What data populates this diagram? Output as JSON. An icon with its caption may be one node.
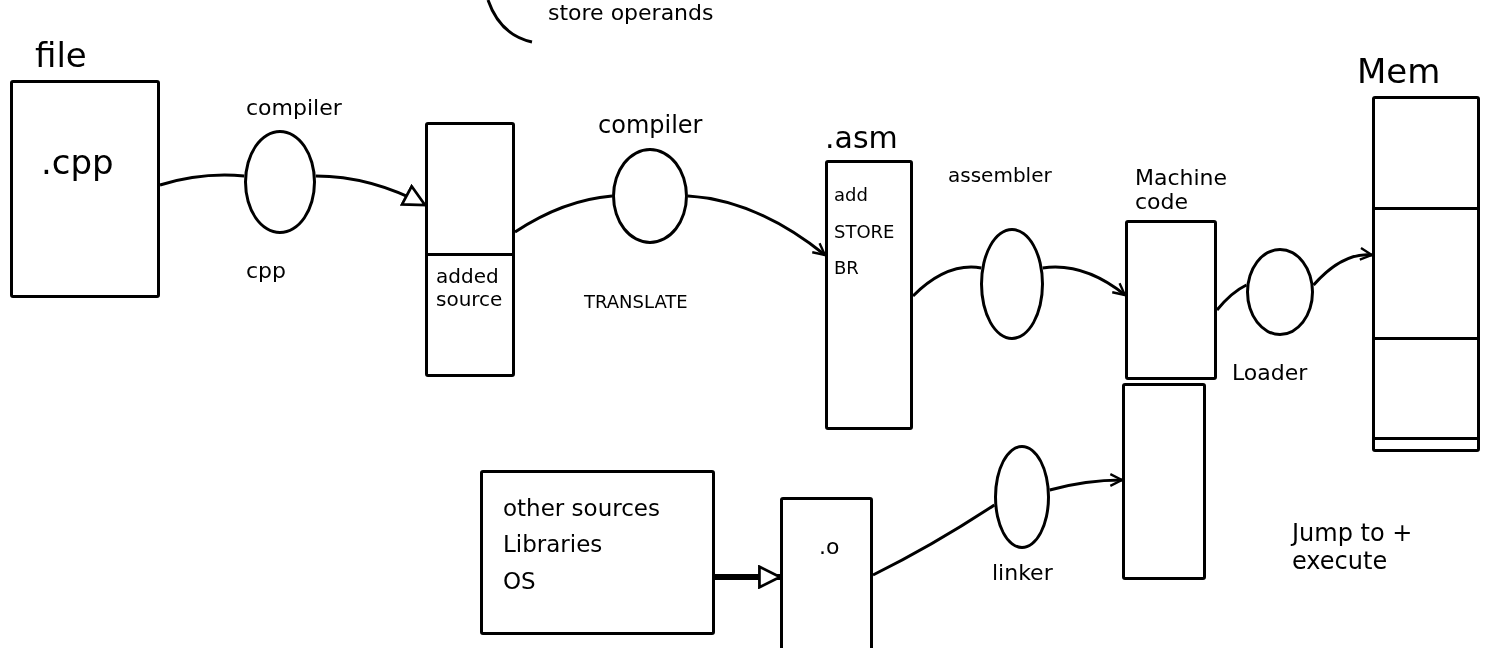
{
  "diagram": {
    "nodes": [
      {
        "text": [
          "file",
          ".cpp"
        ]
      },
      {
        "text": [],
        "shape": "circle",
        "beside": [
          "compiler",
          "cpp"
        ]
      },
      {
        "text": [
          "added source"
        ]
      },
      {
        "text": [],
        "shape": "circle",
        "beside": [
          "compiler",
          "TRANSLATE"
        ]
      },
      {
        "text": [
          ".asm",
          "add",
          "STORE",
          "BR"
        ]
      },
      {
        "text": [],
        "shape": "circle",
        "beside": [
          "assembler"
        ]
      },
      {
        "text": [
          "Machine code"
        ]
      },
      {
        "text": [],
        "shape": "circle",
        "beside": [
          "Loader"
        ]
      },
      {
        "text": [
          "Mem"
        ]
      },
      {
        "text": [],
        "shape": "box"
      },
      {
        "text": [
          "other sources",
          "Libraries",
          "OS"
        ]
      },
      {
        "text": [
          ".o"
        ]
      },
      {
        "text": [],
        "shape": "circle",
        "beside": [
          "linker"
        ]
      }
    ],
    "edges": [
      {
        "from": 0,
        "to": 1,
        "arrow": "none"
      },
      {
        "from": 1,
        "to": 2,
        "arrow": "to"
      },
      {
        "from": 2,
        "to": 3,
        "arrow": "none"
      },
      {
        "from": 3,
        "to": 4,
        "arrow": "to"
      },
      {
        "from": 4,
        "to": 5,
        "arrow": "none"
      },
      {
        "from": 5,
        "to": 6,
        "arrow": "to"
      },
      {
        "from": 6,
        "to": 7,
        "arrow": "none"
      },
      {
        "from": 7,
        "to": 8,
        "arrow": "to"
      },
      {
        "from": 10,
        "to": 11,
        "arrow": "to",
        "style": "thick"
      },
      {
        "from": 11,
        "to": 12,
        "arrow": "none"
      },
      {
        "from": 12,
        "to": 9,
        "arrow": "to"
      }
    ],
    "labels": [
      "store operands",
      "Jump to + execute"
    ]
  }
}
